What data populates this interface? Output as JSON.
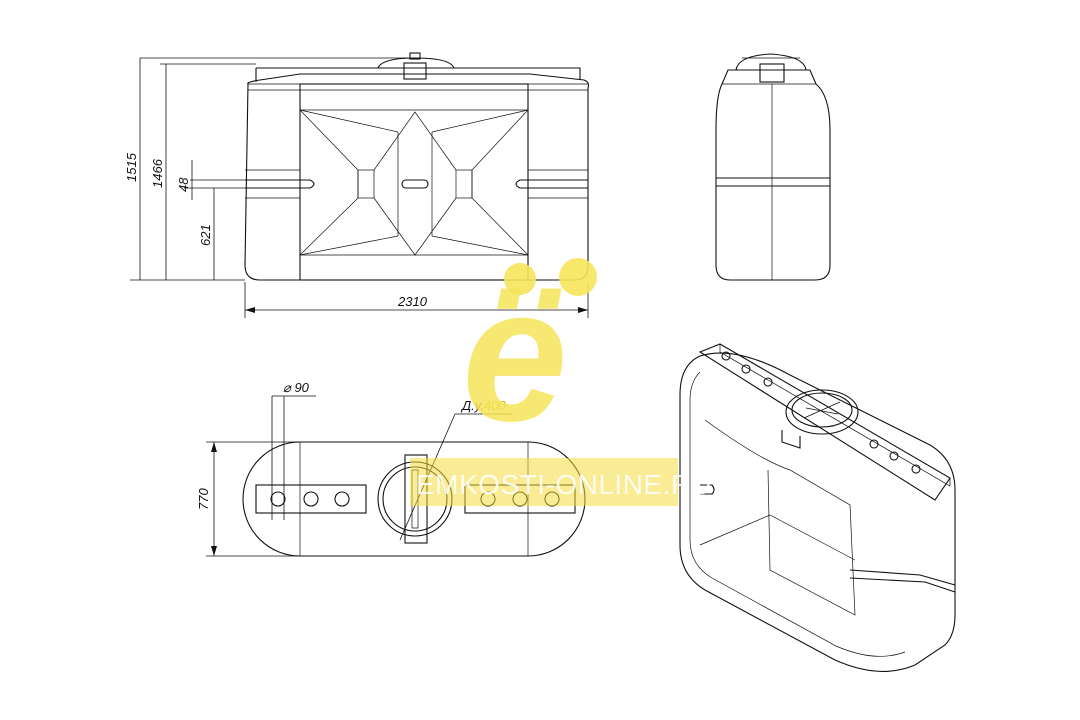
{
  "dimensions": {
    "height_total": "1515",
    "height_body": "1466",
    "slot_height": "48",
    "slot_level": "621",
    "length": "2310",
    "width": "770",
    "hole_diameter": "⌀ 90",
    "hatch_prefix": "Д.у.",
    "hatch_value": "400"
  },
  "watermark": {
    "letter": "ё",
    "site": "EMKOSTI-ONLINE.RU"
  },
  "colors": {
    "line": "#111111",
    "watermark": "#f4dd3c",
    "accent_text": "#c9a800"
  }
}
